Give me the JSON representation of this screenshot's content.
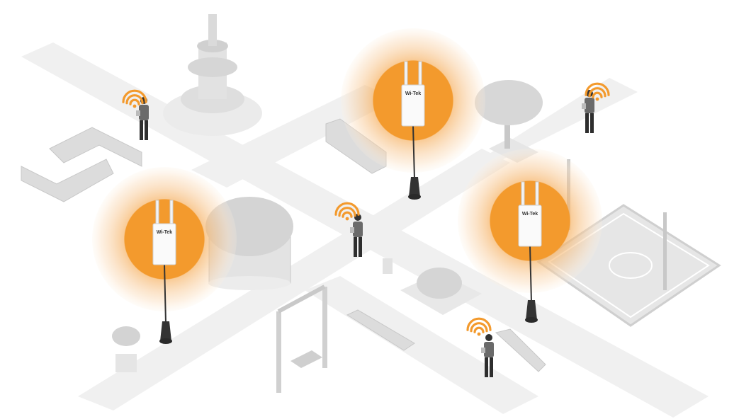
{
  "scene": {
    "brand_logo": "Wi-Tek",
    "colors": {
      "accent": "#f39a2d",
      "road": "#efefef",
      "object": "#d9d9d9",
      "object_dark": "#bdbdbd",
      "person": "#555555"
    },
    "access_points": [
      {
        "name": "access-point-center"
      },
      {
        "name": "access-point-left"
      },
      {
        "name": "access-point-right"
      }
    ],
    "users": [
      {
        "name": "user-top-left"
      },
      {
        "name": "user-top-right"
      },
      {
        "name": "user-center"
      },
      {
        "name": "user-bottom"
      }
    ]
  }
}
